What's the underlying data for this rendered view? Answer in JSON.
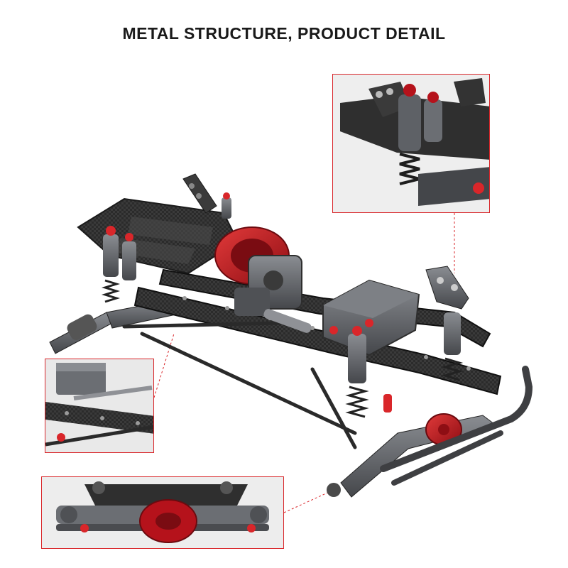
{
  "title": "METAL STRUCTURE, PRODUCT DETAIL",
  "colors": {
    "accent_red": "#d9262a",
    "metal_red": "#b5121b",
    "carbon": "#2e2e2e",
    "gunmetal": "#6b6e73",
    "background": "#ffffff"
  },
  "insets": [
    {
      "name": "shock-mount-detail",
      "subject": "rear shock towers and coil-over dampers"
    },
    {
      "name": "rail-link-detail",
      "subject": "carbon frame rail and steering links"
    },
    {
      "name": "front-axle-detail",
      "subject": "front axle with red differential cover"
    }
  ]
}
